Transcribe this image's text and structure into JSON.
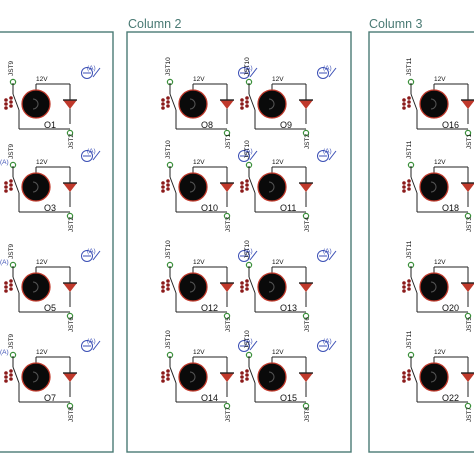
{
  "columns": [
    {
      "title": "",
      "cells": [
        {
          "jst": "JST9",
          "jst2": "JST2",
          "output": "O1",
          "volt": "12V",
          "meter": "(A)",
          "prefix": ""
        },
        {
          "jst": "JST9",
          "jst2": "JST2",
          "output": "O3",
          "volt": "12V",
          "meter": "(A)",
          "prefix": "(A)"
        },
        {
          "jst": "JST9",
          "jst2": "JST6",
          "output": "O5",
          "volt": "12V",
          "meter": "(A)",
          "prefix": "(A)"
        },
        {
          "jst": "JST9",
          "jst2": "JST8",
          "output": "O7",
          "volt": "12V",
          "meter": "(A)",
          "prefix": "(A)"
        }
      ]
    },
    {
      "title": "Column 2",
      "cells": [
        {
          "jst": "JST10",
          "jst2": "JST1",
          "output": "O8",
          "volt": "12V",
          "meter": "(A)",
          "prefix": ""
        },
        {
          "jst": "JST10",
          "jst2": "JST2",
          "output": "O9",
          "volt": "12V",
          "meter": "(A)",
          "prefix": ""
        },
        {
          "jst": "JST10",
          "jst2": "JST3",
          "output": "O10",
          "volt": "12V",
          "meter": "(A)",
          "prefix": ""
        },
        {
          "jst": "JST10",
          "jst2": "JST4",
          "output": "O11",
          "volt": "12V",
          "meter": "(A)",
          "prefix": ""
        },
        {
          "jst": "JST10",
          "jst2": "JST5",
          "output": "O12",
          "volt": "12V",
          "meter": "(A)",
          "prefix": ""
        },
        {
          "jst": "JST10",
          "jst2": "JST6",
          "output": "O13",
          "volt": "12V",
          "meter": "(A)",
          "prefix": ""
        },
        {
          "jst": "JST10",
          "jst2": "JST7",
          "output": "O14",
          "volt": "12V",
          "meter": "(A)",
          "prefix": ""
        },
        {
          "jst": "JST10",
          "jst2": "JST8",
          "output": "O15",
          "volt": "12V",
          "meter": "(A)",
          "prefix": ""
        }
      ]
    },
    {
      "title": "Column 3",
      "cells": [
        {
          "jst": "JST11",
          "jst2": "JST1",
          "output": "O16",
          "volt": "12V",
          "meter": "(A)",
          "prefix": ""
        },
        {
          "jst": "JST11",
          "jst2": "JST3",
          "output": "O18",
          "volt": "12V",
          "meter": "(A)",
          "prefix": ""
        },
        {
          "jst": "JST11",
          "jst2": "JST5",
          "output": "O20",
          "volt": "12V",
          "meter": "(A)",
          "prefix": ""
        },
        {
          "jst": "JST11",
          "jst2": "JST7",
          "output": "O22",
          "volt": "12V",
          "meter": "(A)",
          "prefix": ""
        }
      ]
    }
  ],
  "colors": {
    "panel_border": "#4a7a74",
    "title": "#4a7a74",
    "wire": "#222222",
    "pin": "#3a8f3a",
    "dot": "#8b1a1a",
    "motor_fill": "#0a0a0a",
    "motor_ring": "#c0392b",
    "diode": "#c0392b",
    "meter": "#3b4fb5",
    "text": "#111111"
  }
}
